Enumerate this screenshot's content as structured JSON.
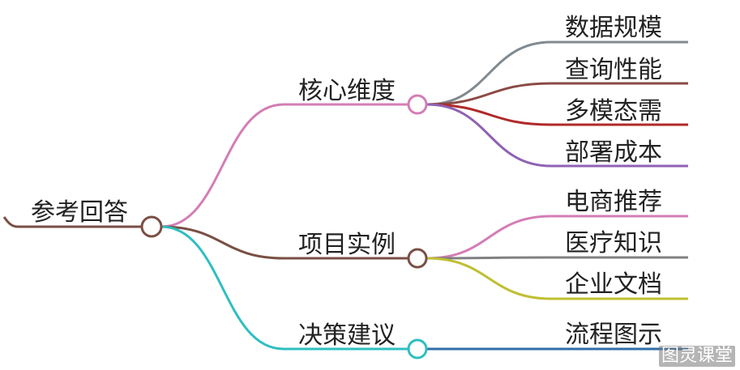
{
  "root": {
    "label": "参考回答",
    "color": "#7a4f44"
  },
  "branches": [
    {
      "key": "core",
      "label": "核心维度",
      "color": "#d47db6",
      "children": [
        {
          "label": "数据规模",
          "color": "#808a90"
        },
        {
          "label": "查询性能",
          "color": "#8b4a44"
        },
        {
          "label": "多模态需",
          "color": "#b02a2a"
        },
        {
          "label": "部署成本",
          "color": "#8e62b3"
        }
      ]
    },
    {
      "key": "cases",
      "label": "项目实例",
      "color": "#7a4f44",
      "children": [
        {
          "label": "电商推荐",
          "color": "#d47db6"
        },
        {
          "label": "医疗知识",
          "color": "#808080"
        },
        {
          "label": "企业文档",
          "color": "#bfbf33"
        }
      ]
    },
    {
      "key": "decision",
      "label": "决策建议",
      "color": "#2fbec1",
      "children": [
        {
          "label": "流程图示",
          "color": "#2f6ea8"
        }
      ]
    }
  ],
  "watermark": "图灵课堂"
}
